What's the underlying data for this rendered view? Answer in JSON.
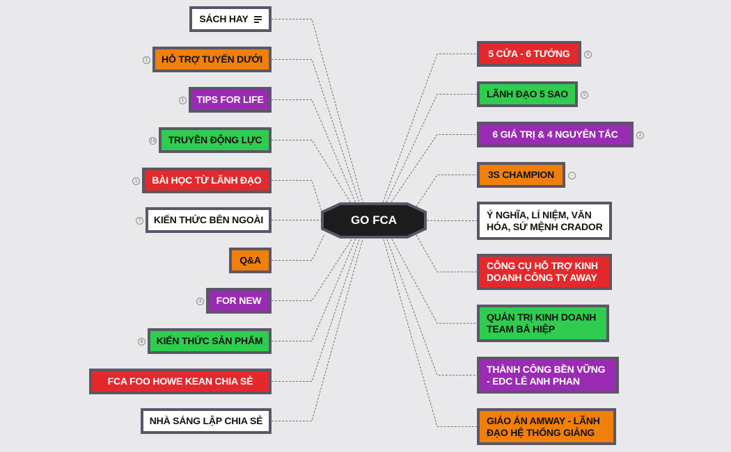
{
  "center": {
    "label": "GO FCA"
  },
  "left_nodes": [
    {
      "label": "SÁCH HAY",
      "color": "white",
      "badge": null,
      "icon": "menu-lines-icon"
    },
    {
      "label": "HỖ TRỢ TUYẾN DƯỚI",
      "color": "orange",
      "badge": "1"
    },
    {
      "label": "TIPS FOR LIFE",
      "color": "purple",
      "badge": "1"
    },
    {
      "label": "TRUYỀN ĐỘNG LỰC",
      "color": "green",
      "badge": "10"
    },
    {
      "label": "BÀI HỌC TỪ LÃNH ĐẠO",
      "color": "red",
      "badge": "1"
    },
    {
      "label": "KIẾN THỨC BÊN NGOÀI",
      "color": "white",
      "badge": "7"
    },
    {
      "label": "Q&A",
      "color": "orange",
      "badge": null
    },
    {
      "label": "FOR NEW",
      "color": "purple",
      "badge": "4"
    },
    {
      "label": "KIẾN THỨC SẢN PHẨM",
      "color": "green",
      "badge": "8"
    },
    {
      "label": "FCA FOO HOWE KEAN CHIA SẺ",
      "color": "red",
      "badge": null
    },
    {
      "label": "NHÀ SÁNG LẬP CHIA SẺ",
      "color": "white",
      "badge": null
    }
  ],
  "right_nodes": [
    {
      "label": "5 CỬA - 6 TƯỚNG",
      "color": "red",
      "badge": "5"
    },
    {
      "label": "LÃNH ĐẠO 5 SAO",
      "color": "green",
      "badge": "5"
    },
    {
      "label": "6 GIÁ TRỊ & 4 NGUYÊN TẮC",
      "color": "purple",
      "badge": "2"
    },
    {
      "label": "3S CHAMPION",
      "color": "orange",
      "badge": "-"
    },
    {
      "label": "Ý NGHĨA, LÍ NIỆM, VĂN HÓA, SỨ MỆNH CRADOR",
      "color": "white",
      "badge": null
    },
    {
      "label": "CÔNG CỤ HỖ TRỢ KINH DOANH CÔNG TY AWAY",
      "color": "red",
      "badge": null
    },
    {
      "label": "QUẢN TRỊ KINH DOANH TEAM BÁ HIỆP",
      "color": "green",
      "badge": null
    },
    {
      "label": "THÀNH CÔNG BỀN VỮNG - EDC LÊ ANH PHAN",
      "color": "purple",
      "badge": null
    },
    {
      "label": "GIÁO ÁN AMWAY - LÃNH ĐẠO HỆ THỐNG GIẢNG",
      "color": "orange",
      "badge": null
    }
  ],
  "colors": {
    "background": "#e9e9eb",
    "border": "#5a5766",
    "white": "#ffffff",
    "orange": "#f07f0c",
    "purple": "#9a2bb3",
    "green": "#2fcd4f",
    "red": "#e3292c",
    "center_fill": "#1c1c1c",
    "connector": "#707070"
  }
}
